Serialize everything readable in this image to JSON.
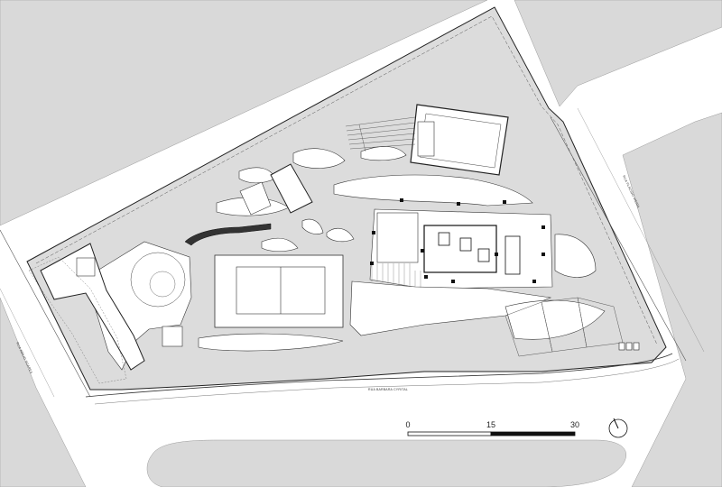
{
  "drawing": {
    "streets": {
      "main_street": "RUA BARBARA CYRITAL",
      "left_street": "RUA ABÍLIO SOARES",
      "right_street": "RUA PLÁCIDO VIEIRA"
    },
    "scale_bar": {
      "ticks": [
        "0",
        "15",
        "30"
      ]
    },
    "north_arrow": {
      "icon": "north-arrow-icon"
    },
    "colors": {
      "background": "#ffffff",
      "road_gray": "#d9d9d9",
      "site_gray": "#dcdcdc",
      "building_white": "#ffffff",
      "line": "#333333"
    }
  }
}
